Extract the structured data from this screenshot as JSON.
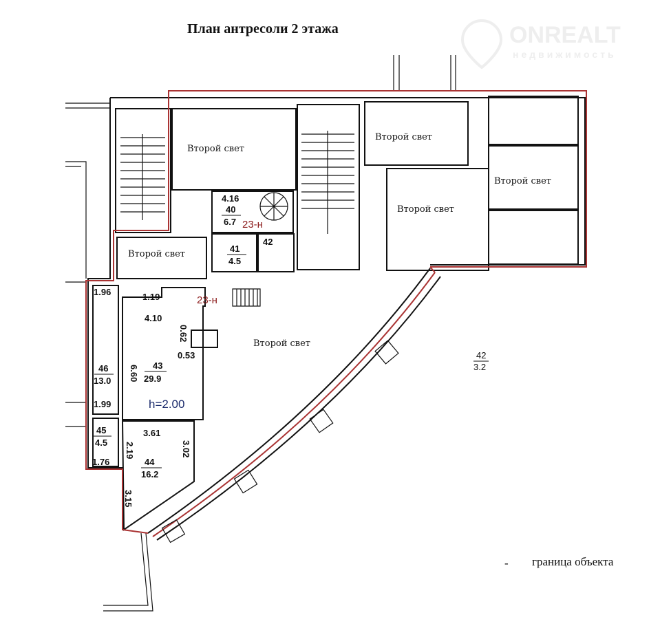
{
  "title": "План антресоли 2 этажа",
  "watermark": {
    "brand": "ONREALT",
    "tagline": "недвижимость"
  },
  "legend": {
    "marker": "-",
    "text": "граница объекта"
  },
  "second_light_label": "Второй свет",
  "rooms": [
    {
      "number": "40",
      "area": "6.7",
      "dims": [
        "4.16"
      ]
    },
    {
      "number": "41",
      "area": "4.5"
    },
    {
      "number": "42",
      "area": null
    },
    {
      "number": "43",
      "area": "29.9",
      "dims": [
        "1.19",
        "4.10",
        "6.60",
        "0.62",
        "0.53"
      ]
    },
    {
      "number": "44",
      "area": "16.2",
      "dims": [
        "3.61",
        "3.02",
        "2.19",
        "3.15"
      ]
    },
    {
      "number": "45",
      "area": "4.5",
      "dims": [
        "1.76"
      ]
    },
    {
      "number": "46",
      "area": "13.0",
      "dims": [
        "1.96",
        "1.99"
      ]
    },
    {
      "number": "42",
      "area": "3.2"
    }
  ],
  "premise_marks": [
    "23-н",
    "23-н"
  ],
  "height_note": "h=2.00",
  "colors": {
    "boundary": "#a33333",
    "walls": "#111111",
    "premise_mark": "#8b1a1a",
    "height_note": "#1a2a6b"
  }
}
